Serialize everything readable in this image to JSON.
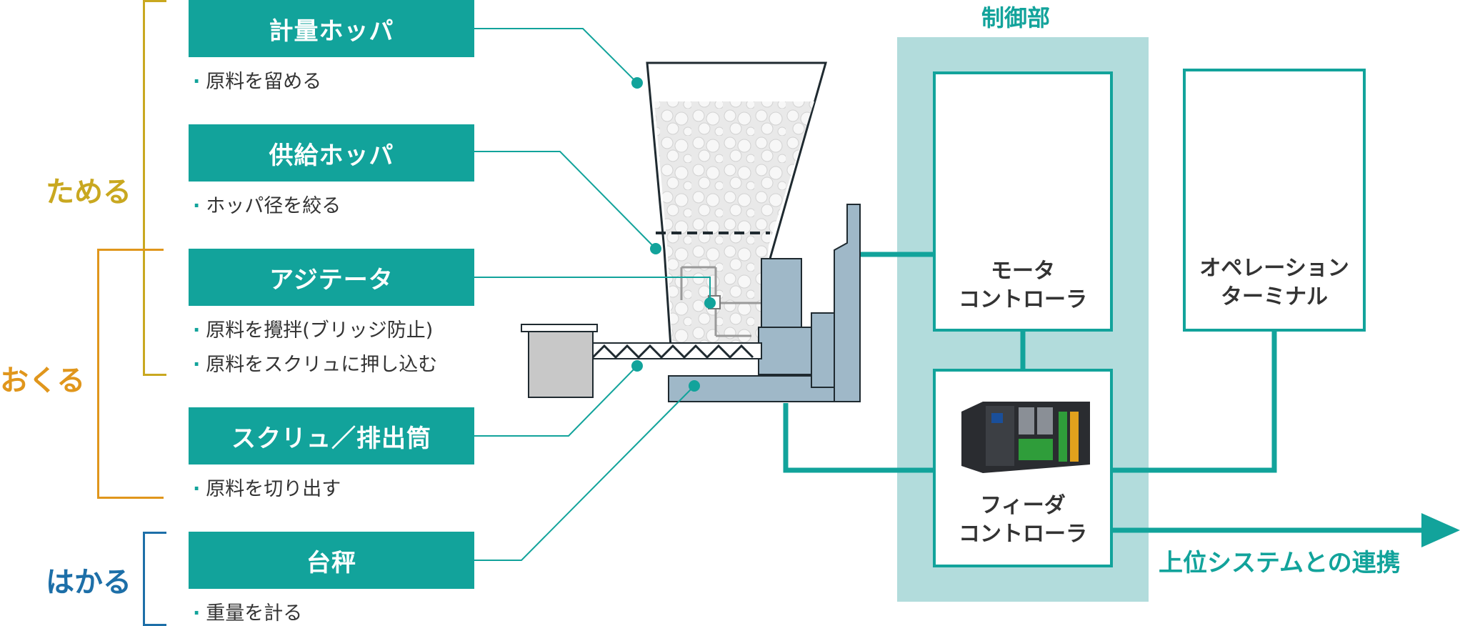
{
  "groups": {
    "tameru": {
      "label": "ためる",
      "color": "#c9a820"
    },
    "okuru": {
      "label": "おくる",
      "color": "#e0961c"
    },
    "hakaru": {
      "label": "はかる",
      "color": "#1d6fa8"
    }
  },
  "parts": [
    {
      "name": "計量ホッパ",
      "desc": [
        "原料を留める"
      ]
    },
    {
      "name": "供給ホッパ",
      "desc": [
        "ホッパ径を絞る"
      ]
    },
    {
      "name": "アジテータ",
      "desc": [
        "原料を攪拌(ブリッジ防止)",
        "原料をスクリュに押し込む"
      ]
    },
    {
      "name": "スクリュ／排出筒",
      "desc": [
        "原料を切り出す"
      ]
    },
    {
      "name": "台秤",
      "desc": [
        "重量を計る"
      ]
    }
  ],
  "control": {
    "section_title": "制御部",
    "motor_controller": {
      "line1": "モータ",
      "line2": "コントローラ"
    },
    "feeder_controller": {
      "line1": "フィーダ",
      "line2": "コントローラ"
    },
    "operation_terminal": {
      "line1": "オペレーション",
      "line2": "ターミナル"
    }
  },
  "upper_system_label": "上位システムとの連携",
  "colors": {
    "teal": "#12a39b",
    "control_bg": "#b2dcdc",
    "machine_blue": "#9fb8c8",
    "outline": "#1f2a30"
  }
}
